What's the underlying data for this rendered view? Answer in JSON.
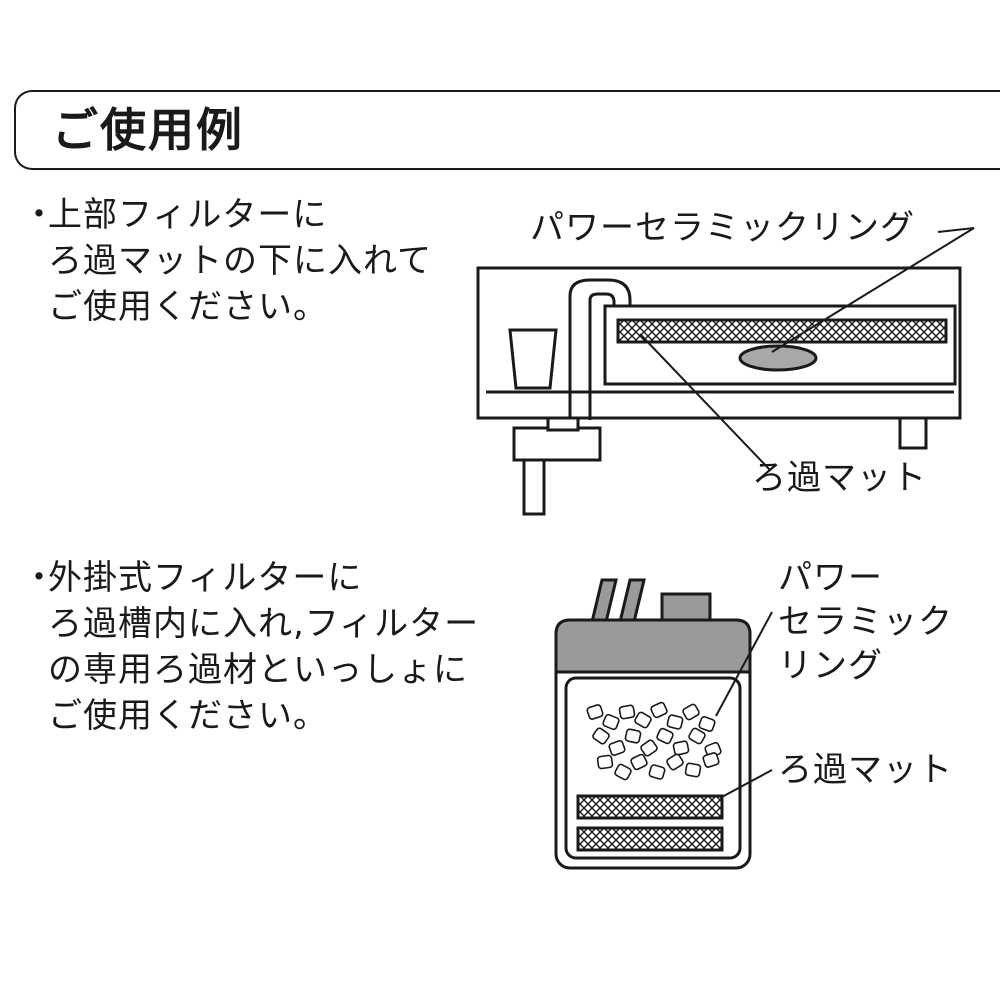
{
  "title": "ご使用例",
  "upper_filter": {
    "bullet": "・",
    "lines": [
      "上部フィルターに",
      "ろ過マットの下に入れて",
      "ご使用ください。"
    ]
  },
  "outer_filter": {
    "bullet": "・",
    "lines": [
      "外掛式フィルターに",
      "ろ過槽内に入れ,フィルター",
      "の専用ろ過材といっしょに",
      "ご使用ください。"
    ]
  },
  "diagram_top": {
    "ring_label": "パワーセラミックリング",
    "mat_label": "ろ過マット"
  },
  "diagram_side": {
    "ring_label_lines": [
      "パワー",
      "セラミック",
      "リング"
    ],
    "mat_label": "ろ過マット"
  },
  "colors": {
    "ink": "#1a1a1a",
    "cap_gray": "#9a9a9a",
    "ring_gray": "#a8a8a8"
  }
}
